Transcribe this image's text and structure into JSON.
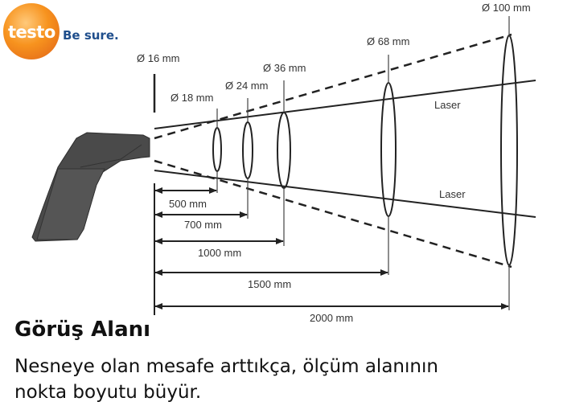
{
  "brand": {
    "logo_text": "testo",
    "tagline": "Be sure.",
    "logo_color": "#f7931e",
    "tagline_color": "#1f4e8c"
  },
  "diagram": {
    "spot_diameters": [
      {
        "label": "Ø 16 mm",
        "distance_mm": 0
      },
      {
        "label": "Ø 18 mm",
        "distance_mm": 500
      },
      {
        "label": "Ø 24 mm",
        "distance_mm": 700
      },
      {
        "label": "Ø 36 mm",
        "distance_mm": 1000
      },
      {
        "label": "Ø 68 mm",
        "distance_mm": 1500
      },
      {
        "label": "Ø 100 mm",
        "distance_mm": 2000
      }
    ],
    "distances": [
      {
        "label": "500 mm"
      },
      {
        "label": "700 mm"
      },
      {
        "label": "1000 mm"
      },
      {
        "label": "1500 mm"
      },
      {
        "label": "2000 mm"
      }
    ],
    "laser_top_label": "Laser",
    "laser_bottom_label": "Laser"
  },
  "text": {
    "title": "Görüş Alanı",
    "description": "Nesneye olan mesafe arttıkça, ölçüm alanının nokta boyutu büyür."
  }
}
